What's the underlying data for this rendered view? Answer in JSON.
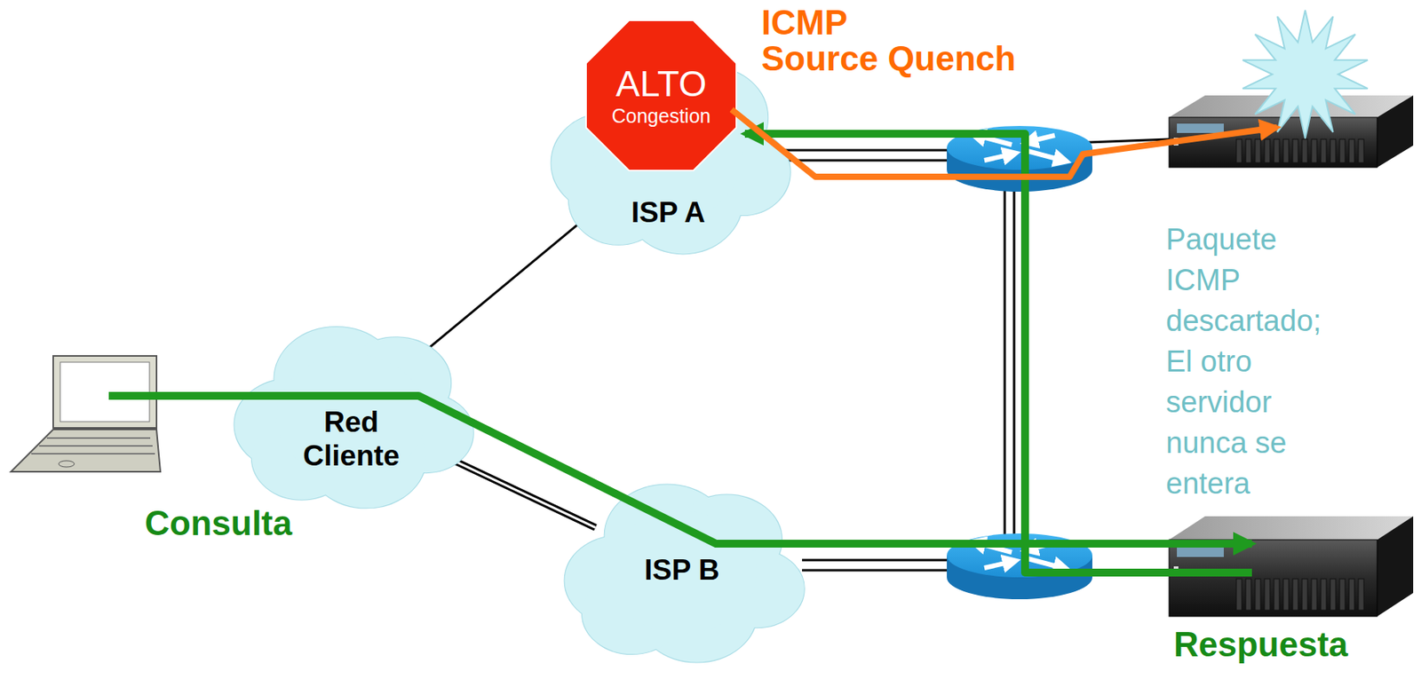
{
  "diagram": {
    "nodes": [
      {
        "text": [
          "ISP A"
        ]
      },
      {
        "text": [
          "ALTO",
          "Congestion"
        ]
      },
      {
        "text": [
          "Red Cliente"
        ]
      },
      {
        "text": [
          "ISP B"
        ]
      }
    ],
    "edges": [
      {
        "from": 2,
        "to": 0,
        "arrow": "none"
      },
      {
        "from": 2,
        "to": 3,
        "arrow": "none"
      }
    ],
    "labels": [
      "ICMP Source Quench",
      "Paquete ICMP descartado; El otro servidor nunca se entera",
      "Consulta",
      "Respuesta"
    ]
  }
}
